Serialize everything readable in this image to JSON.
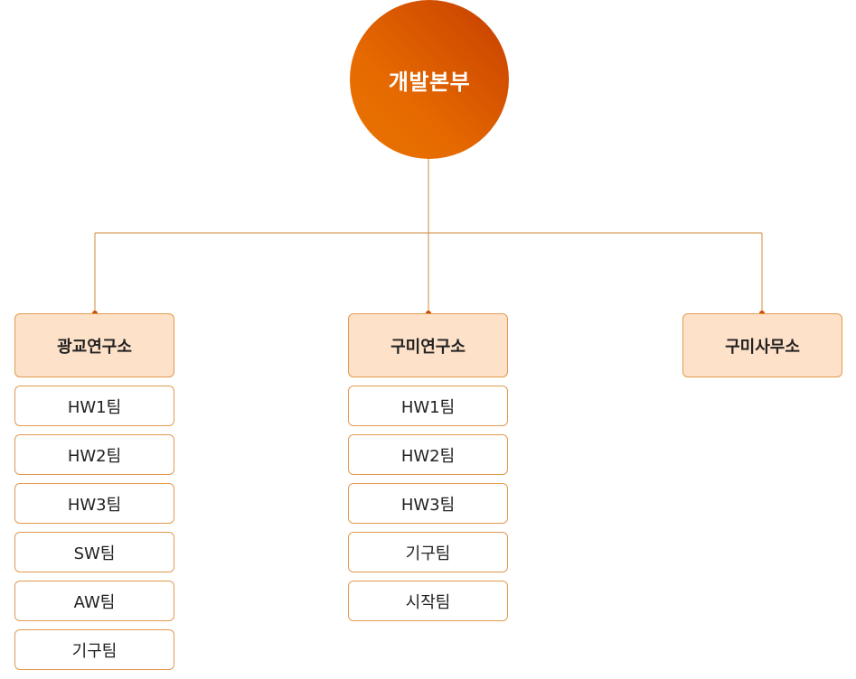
{
  "root": {
    "label": "개발본부"
  },
  "colors": {
    "root_gradient_start": "#e87400",
    "root_gradient_end": "#c63e00",
    "branch_fill": "#fde1c8",
    "box_border": "#e39a4f",
    "connector": "#d08a3c",
    "connector_dot": "#c94b00"
  },
  "branches": [
    {
      "label": "광교연구소",
      "teams": [
        "HW1팀",
        "HW2팀",
        "HW3팀",
        "SW팀",
        "AW팀",
        "기구팀"
      ]
    },
    {
      "label": "구미연구소",
      "teams": [
        "HW1팀",
        "HW2팀",
        "HW3팀",
        "기구팀",
        "시작팀"
      ]
    },
    {
      "label": "구미사무소",
      "teams": []
    }
  ]
}
